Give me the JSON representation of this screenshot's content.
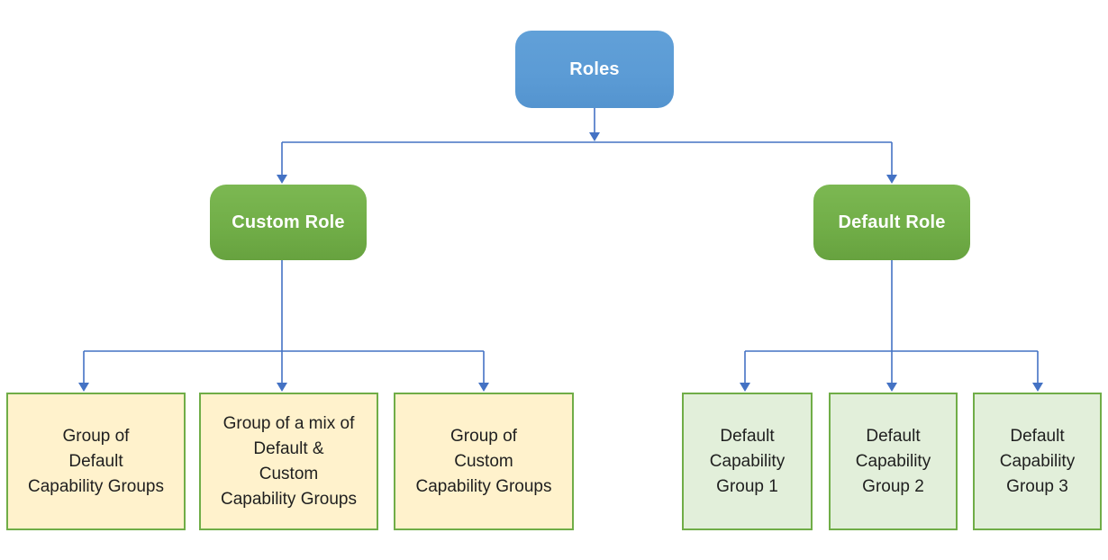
{
  "diagram": {
    "type": "tree",
    "root": {
      "label": "Roles"
    },
    "branches": [
      {
        "label": "Custom Role",
        "children": [
          {
            "label": "Group of\nDefault\nCapability Groups"
          },
          {
            "label": "Group of a mix of\nDefault &\nCustom\nCapability Groups"
          },
          {
            "label": "Group of\nCustom\nCapability Groups"
          }
        ]
      },
      {
        "label": "Default Role",
        "children": [
          {
            "label": "Default\nCapability\nGroup 1"
          },
          {
            "label": "Default\nCapability\nGroup 2"
          },
          {
            "label": "Default\nCapability\nGroup 3"
          }
        ]
      }
    ],
    "colors": {
      "root_fill": "#5B9BD5",
      "role_fill": "#70AD47",
      "custom_leaf_fill": "#FFF2CC",
      "default_leaf_fill": "#E2EFDA",
      "leaf_border": "#70AD47",
      "connector": "#4472C4",
      "role_text": "#FFFFFF",
      "leaf_text": "#1F1F1F"
    }
  }
}
